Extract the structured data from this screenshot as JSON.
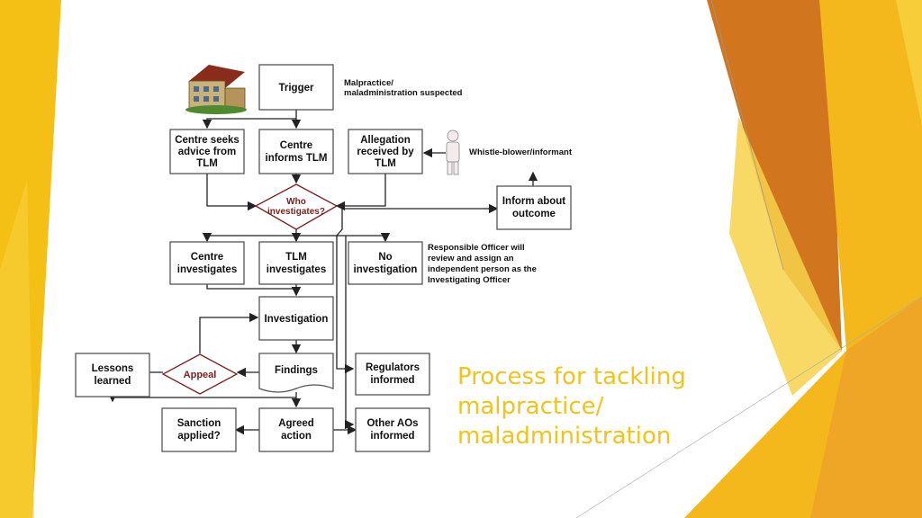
{
  "slide": {
    "title_lines": [
      "Process for tackling",
      "malpractice/",
      "maladministration"
    ]
  },
  "colors": {
    "accent_yellow": "#f2c318",
    "accent_orange": "#e8922a",
    "accent_dark_orange": "#d2751f",
    "appeal_red": "#7a1f1f"
  },
  "diagram": {
    "nodes": {
      "trigger": [
        "Trigger"
      ],
      "centre_seeks": [
        "Centre seeks",
        "advice from",
        "TLM"
      ],
      "centre_informs": [
        "Centre",
        "informs TLM"
      ],
      "allegation": [
        "Allegation",
        "received by",
        "TLM"
      ],
      "who_investigates": [
        "Who",
        "investigates?"
      ],
      "inform_outcome": [
        "Inform about",
        "outcome"
      ],
      "centre_investigates": [
        "Centre",
        "investigates"
      ],
      "tlm_investigates": [
        "TLM",
        "investigates"
      ],
      "no_investigation": [
        "No",
        "investigation"
      ],
      "investigation": [
        "Investigation"
      ],
      "lessons": [
        "Lessons",
        "learned"
      ],
      "appeal": [
        "Appeal"
      ],
      "findings": [
        "Findings"
      ],
      "regulators": [
        "Regulators",
        "informed"
      ],
      "sanction": [
        "Sanction",
        "applied?"
      ],
      "agreed": [
        "Agreed",
        "action"
      ],
      "other_aos": [
        "Other AOs",
        "informed"
      ]
    },
    "notes": {
      "malpractice": [
        "Malpractice/",
        "maladministration suspected"
      ],
      "whistle": [
        "Whistle-blower/informant"
      ],
      "responsible": [
        "Responsible Officer  will",
        "review and assign an",
        "independent person as the",
        "Investigating Officer"
      ]
    },
    "icons": {
      "building": "building-icon",
      "person": "person-icon"
    }
  }
}
